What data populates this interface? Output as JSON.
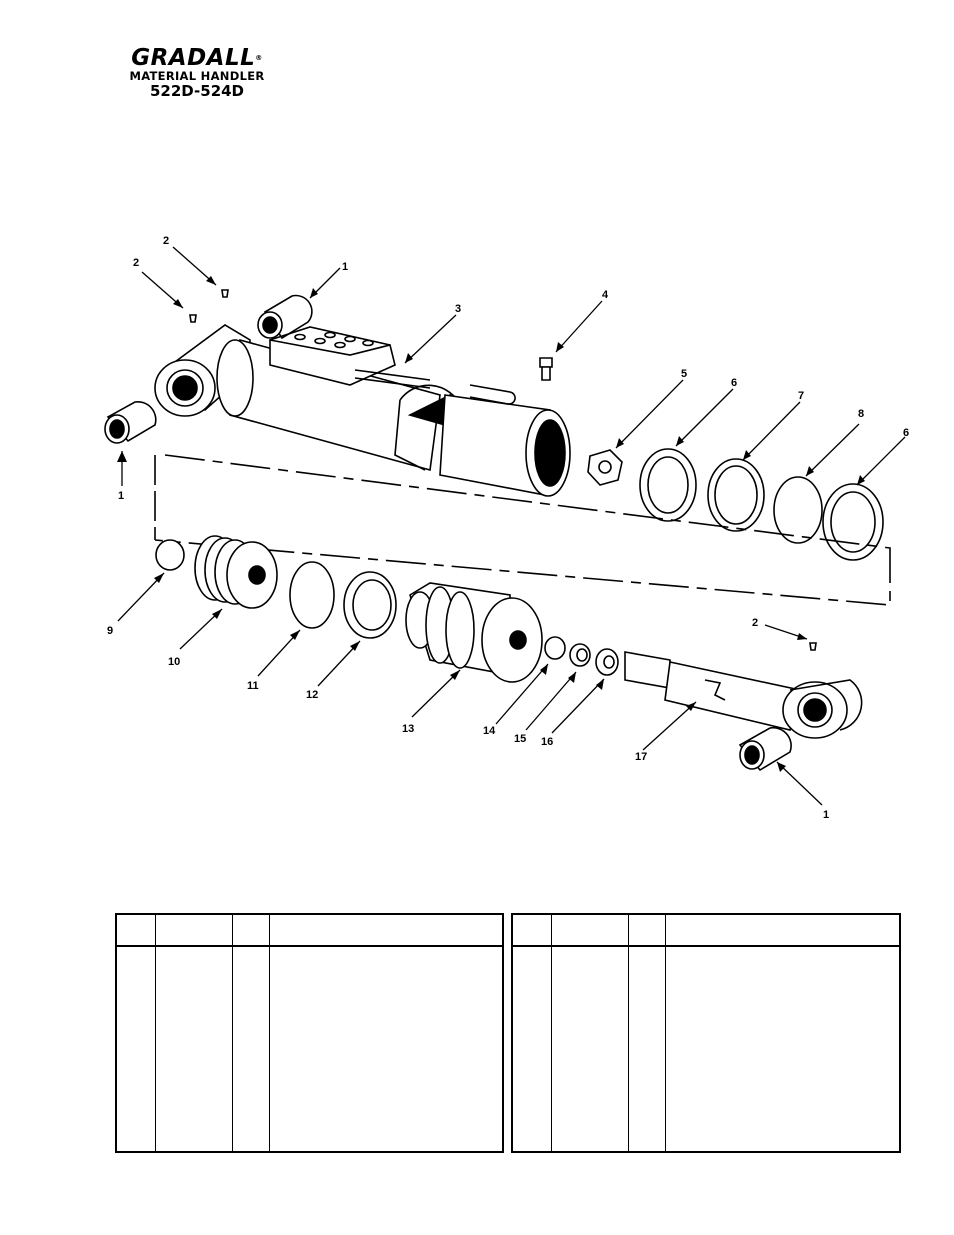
{
  "header": {
    "brand": "GRADALL",
    "registered": "®",
    "line1": "MATERIAL HANDLER",
    "line2": "522D-524D"
  },
  "callouts": [
    "1",
    "2",
    "2",
    "3",
    "4",
    "5",
    "6",
    "7",
    "8",
    "6",
    "1",
    "9",
    "10",
    "11",
    "12",
    "13",
    "14",
    "15",
    "16",
    "17",
    "2",
    "1"
  ],
  "tables": {
    "left": {
      "headers": [
        "",
        "",
        "",
        ""
      ],
      "cells": [
        "",
        "",
        "",
        ""
      ]
    },
    "right": {
      "headers": [
        "",
        "",
        "",
        ""
      ],
      "cells": [
        "",
        "",
        "",
        ""
      ]
    }
  }
}
